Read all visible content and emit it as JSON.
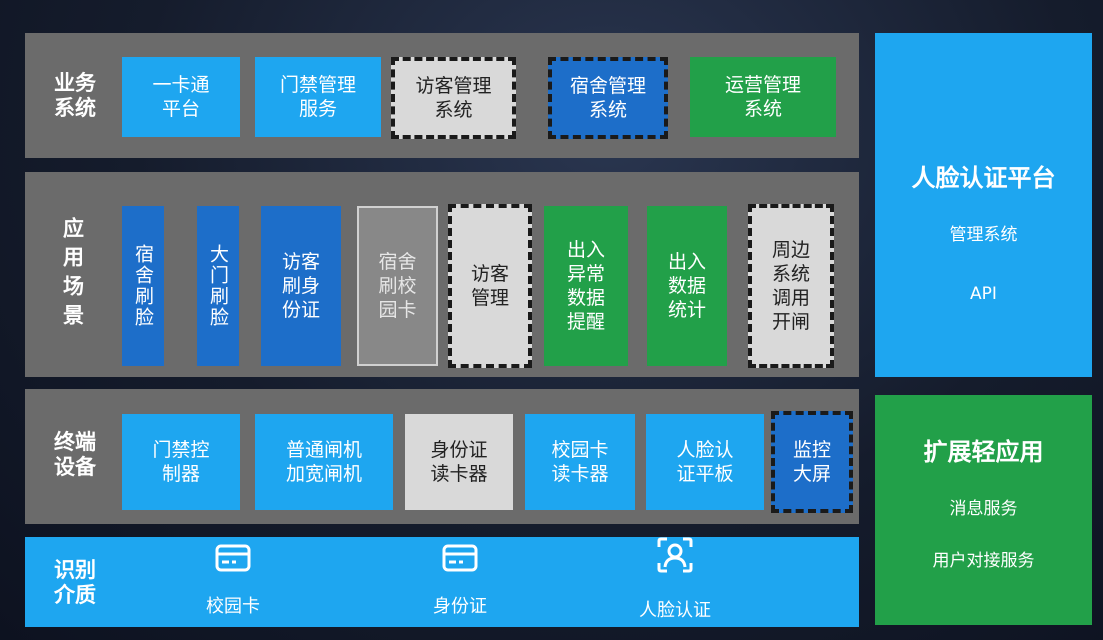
{
  "layers": {
    "business": {
      "label": "业务\n系统",
      "items": [
        {
          "text": "一卡通\n平台",
          "style": "light"
        },
        {
          "text": "门禁管理\n服务",
          "style": "light"
        },
        {
          "text": "访客管理\n系统",
          "style": "dashed-silver"
        },
        {
          "text": "宿舍管理\n系统",
          "style": "dashed-dark"
        },
        {
          "text": "运营管理\n系统",
          "style": "green"
        }
      ]
    },
    "scenario": {
      "label": "应用场景",
      "items": [
        {
          "text": "宿舍刷脸",
          "style": "dark"
        },
        {
          "text": "大门刷脸",
          "style": "dark"
        },
        {
          "text": "访客\n刷身\n份证",
          "style": "dark"
        },
        {
          "text": "宿舍\n刷校\n园卡",
          "style": "gray"
        },
        {
          "text": "访客\n管理",
          "style": "dashed-silver"
        },
        {
          "text": "出入\n异常\n数据\n提醒",
          "style": "green"
        },
        {
          "text": "出入\n数据\n统计",
          "style": "green"
        },
        {
          "text": "周边\n系统\n调用\n开闸",
          "style": "dashed-silver"
        }
      ]
    },
    "terminal": {
      "label": "终端\n设备",
      "items": [
        {
          "text": "门禁控\n制器",
          "style": "light"
        },
        {
          "text": "普通闸机\n加宽闸机",
          "style": "light"
        },
        {
          "text": "身份证\n读卡器",
          "style": "silver"
        },
        {
          "text": "校园卡\n读卡器",
          "style": "light"
        },
        {
          "text": "人脸认\n证平板",
          "style": "light"
        },
        {
          "text": "监控\n大屏",
          "style": "dashed-dark"
        }
      ]
    },
    "media": {
      "label": "识别\n介质",
      "items": [
        {
          "text": "校园卡",
          "icon": "card-icon"
        },
        {
          "text": "身份证",
          "icon": "card-icon"
        },
        {
          "text": "人脸认证",
          "icon": "face-scan-icon"
        }
      ]
    }
  },
  "side": {
    "platform": {
      "title": "人脸认证平台",
      "items": [
        "管理系统",
        "API"
      ]
    },
    "extension": {
      "title": "扩展轻应用",
      "items": [
        "消息服务",
        "用户对接服务"
      ]
    }
  }
}
